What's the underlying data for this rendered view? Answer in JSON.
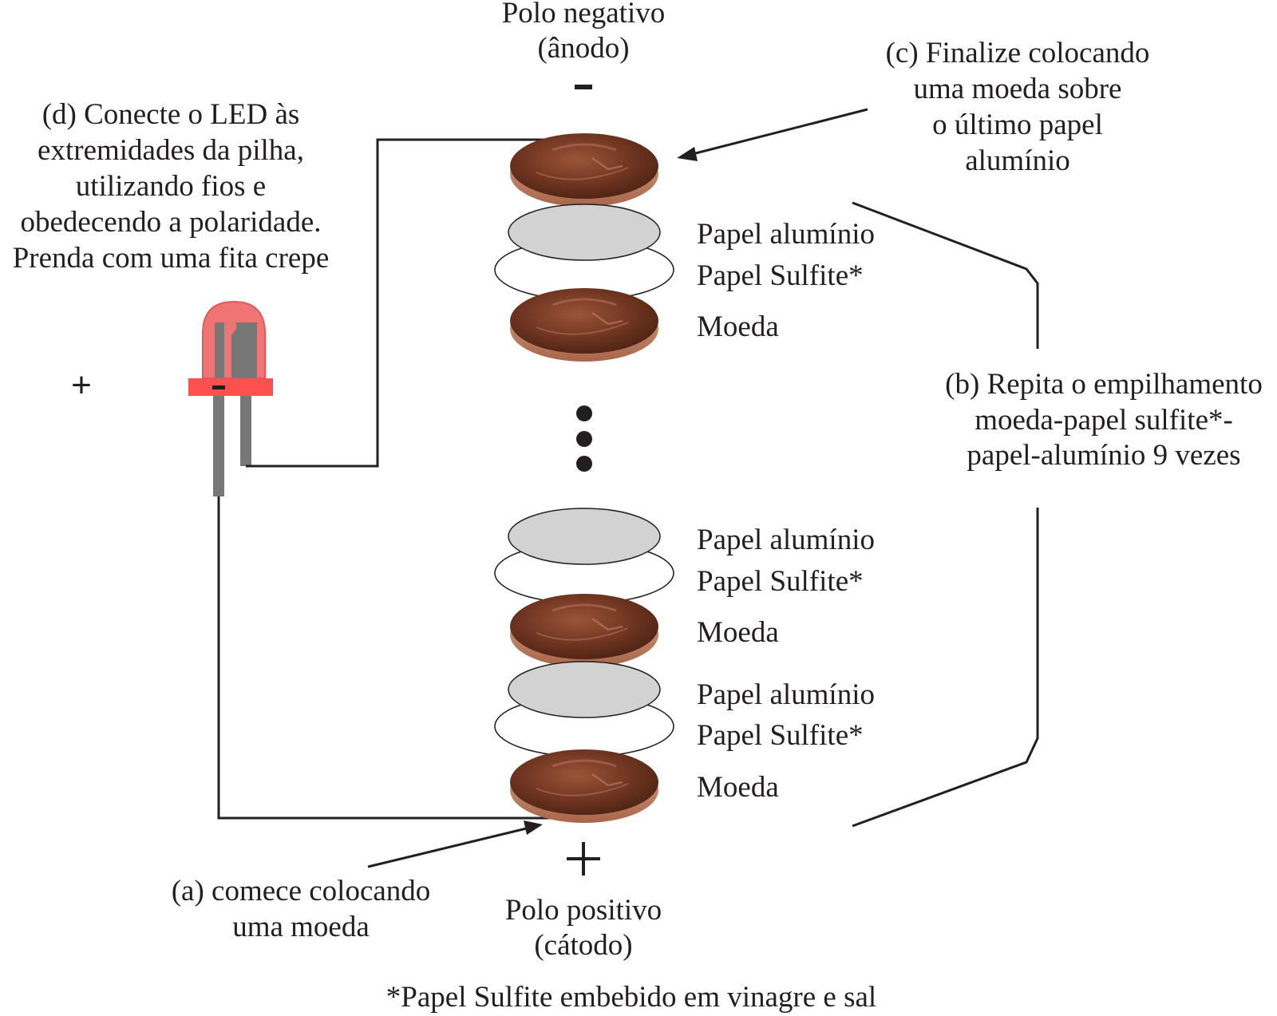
{
  "negative_pole": {
    "line1": "Polo negativo",
    "line2": "(ânodo)",
    "symbol": "−"
  },
  "positive_pole": {
    "line1": "Polo positivo",
    "line2": "(cátodo)",
    "symbol": "+"
  },
  "step_a": {
    "lines": [
      "(a) comece colocando",
      "uma moeda"
    ]
  },
  "step_b": {
    "lines": [
      "(b) Repita o empilhamento",
      "moeda-papel sulfite*-",
      "papel-alumínio 9 vezes"
    ]
  },
  "step_c": {
    "lines": [
      "(c) Finalize colocando",
      "uma moeda sobre",
      "o último papel",
      "alumínio"
    ]
  },
  "step_d": {
    "lines": [
      "(d) Conecte o LED às",
      "extremidades da pilha,",
      "utilizando fios e",
      "obedecendo a polaridade.",
      "Prenda com uma fita crepe"
    ]
  },
  "led": {
    "plus": "+",
    "minus": "−"
  },
  "layer_labels": {
    "top_group": [
      "Papel alumínio",
      "Papel Sulfite*",
      "Moeda"
    ],
    "middle_group": [
      "Papel alumínio",
      "Papel Sulfite*",
      "Moeda"
    ],
    "bottom_group": [
      "Papel alumínio",
      "Papel Sulfite*",
      "Moeda"
    ]
  },
  "footnote": "*Papel Sulfite embebido em vinagre e sal",
  "colors": {
    "coin": "#7a3b22",
    "coin_edge": "#c98a6a",
    "aluminum": "#d2d2d2",
    "paper": "#ffffff",
    "led_body": "#f07070",
    "led_base": "#ff5050",
    "wire": "#231f20"
  }
}
